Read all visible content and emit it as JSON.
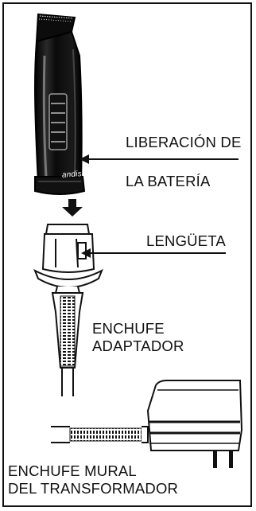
{
  "labels": {
    "battery_release_1": "LIBERACIÓN DE",
    "battery_release_2": "LA BATERÍA",
    "tab": "LENGÜETA",
    "adapter_plug_1": "ENCHUFE",
    "adapter_plug_2": "ADAPTADOR",
    "wall_plug_1": "ENCHUFE MURAL",
    "wall_plug_2": "DEL TRANSFORMADOR"
  },
  "brand": "andis",
  "colors": {
    "ink": "#111111",
    "paper": "#ffffff"
  }
}
